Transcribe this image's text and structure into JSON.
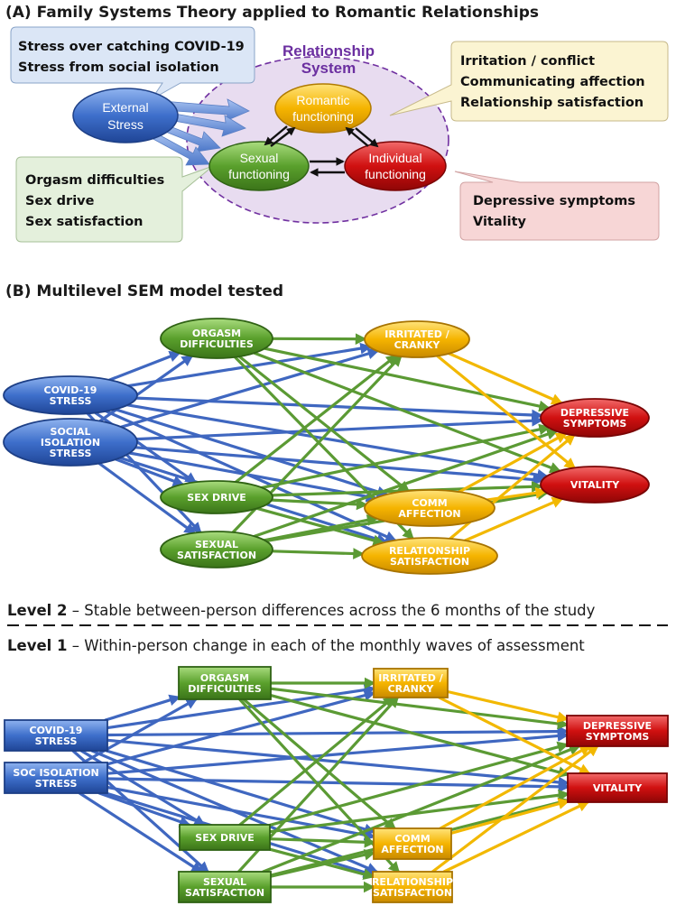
{
  "panel_a": {
    "label": "(A)",
    "title": "Family Systems Theory applied to Romantic Relationships",
    "system_title_1": "Relationship",
    "system_title_2": "System",
    "external_stress": [
      "External",
      "Stress"
    ],
    "romantic": [
      "Romantic",
      "functioning"
    ],
    "sexual": [
      "Sexual",
      "functioning"
    ],
    "individual": [
      "Individual",
      "functioning"
    ],
    "callout_stress": [
      "Stress over catching COVID-19",
      "Stress from social isolation"
    ],
    "callout_romantic": [
      "Irritation / conflict",
      "Communicating affection",
      "Relationship satisfaction"
    ],
    "callout_sexual": [
      "Orgasm difficulties",
      "Sex drive",
      "Sex satisfaction"
    ],
    "callout_individual": [
      "Depressive symptoms",
      "Vitality"
    ]
  },
  "panel_b": {
    "label": "(B)",
    "title": "Multilevel SEM model tested",
    "level2_name": "Level 2",
    "level2_desc": " – Stable between-person differences across the 6 months of the study",
    "level1_name": "Level 1",
    "level1_desc": " – Within-person change in each of the monthly waves of assessment",
    "nodes": {
      "covid": [
        "COVID-19",
        "STRESS"
      ],
      "social2": [
        "SOCIAL",
        "ISOLATION",
        "STRESS"
      ],
      "social1": [
        "SOC ISOLATION",
        "STRESS"
      ],
      "orgasm": [
        "ORGASM",
        "DIFFICULTIES"
      ],
      "sexdrive": [
        "SEX DRIVE"
      ],
      "sexsat": [
        "SEXUAL",
        "SATISFACTION"
      ],
      "irritated": [
        "IRRITATED /",
        "CRANKY"
      ],
      "comm": [
        "COMM",
        "AFFECTION"
      ],
      "relsat": [
        "RELATIONSHIP",
        "SATISFACTION"
      ],
      "depressive": [
        "DEPRESSIVE",
        "SYMPTOMS"
      ],
      "vitality": [
        "VITALITY"
      ]
    }
  },
  "colors": {
    "blue": "#2f5fbf",
    "green": "#5aa02c",
    "yellow": "#f5b400",
    "red": "#d01010",
    "purple": "#7030a0"
  }
}
